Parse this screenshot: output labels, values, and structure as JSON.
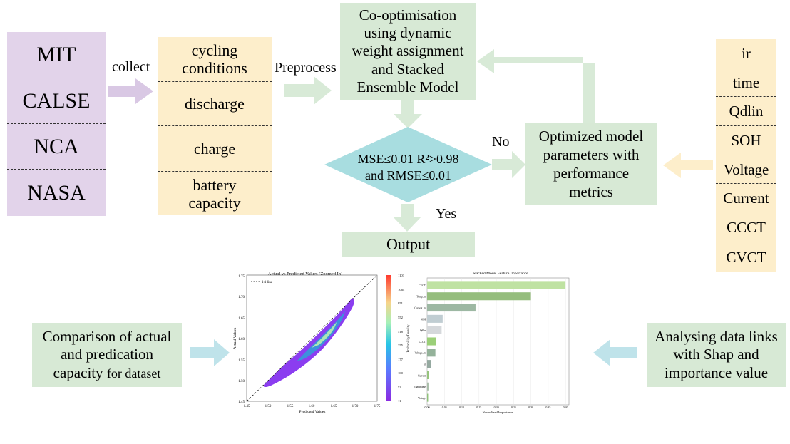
{
  "datasets": [
    "MIT",
    "CALSE",
    "NCA",
    "NASA"
  ],
  "collect_label": "collect",
  "conditions": [
    "cycling conditions",
    "discharge",
    "charge",
    "battery capacity"
  ],
  "preprocess_label": "Preprocess",
  "cooptimisation": "Co-optimisation using dynamic weight assignment and Stacked Ensemble Model",
  "decision": {
    "line1": "MSE≤0.01 R²>0.98",
    "line2": "and RMSE≤0.01"
  },
  "no_label": "No",
  "yes_label": "Yes",
  "optimized": "Optimized model parameters with performance metrics",
  "features": [
    "ir",
    "time",
    "Qdlin",
    "SOH",
    "Voltage",
    "Current",
    "CCCT",
    "CVCT"
  ],
  "output_label": "Output",
  "comparison": {
    "line1": "Comparison of actual",
    "line2": "and predication",
    "line3": "capacity",
    "line3b": "for dataset"
  },
  "analysing": "Analysing data links with Shap and importance value",
  "colors": {
    "purple": "#e2d3ea",
    "yellow": "#fdeecb",
    "green": "#d7e9d5",
    "diamond": "#a8dde0",
    "arrow": "#d8ead7",
    "arrow_yellow": "#fdeecb",
    "arrow_blue": "#bfe3ea"
  },
  "scatter_chart": {
    "title": "Actual vs Predicted Values (Zoomed In)",
    "xlabel": "Predicted Values",
    "ylabel": "Actual Values",
    "xticks": [
      "1.45",
      "1.50",
      "1.55",
      "1.60",
      "1.65",
      "1.70",
      "1.75"
    ],
    "yticks": [
      "1.45",
      "1.50",
      "1.55",
      "1.60",
      "1.65",
      "1.70",
      "1.75"
    ],
    "legend": "1:1 line",
    "colorbar_label": "Probability Density",
    "colorbar_ticks": [
      "1103",
      "1064",
      "851",
      "552",
      "518",
      "355",
      "177",
      "100",
      "52",
      "11"
    ]
  },
  "chart_data": {
    "type": "bar",
    "title": "Stacked Model Feature Importance",
    "xlabel": "Normalized Importance",
    "categories": [
      "CVCT",
      "Temp_m",
      "Current_m",
      "SOH",
      "Qdlin",
      "CCCT",
      "Voltage_m",
      "ir",
      "Current",
      "chargetime",
      "Voltage"
    ],
    "values": [
      0.4,
      0.3,
      0.14,
      0.045,
      0.042,
      0.025,
      0.024,
      0.012,
      0.006,
      0.004,
      0.003
    ],
    "xticks": [
      "0.00",
      "0.05",
      "0.10",
      "0.15",
      "0.20",
      "0.25",
      "0.30",
      "0.35",
      "0.40"
    ],
    "xlim": [
      0,
      0.41
    ],
    "bar_colors": [
      "#bfe2a2",
      "#95bd7d",
      "#9db8a3",
      "#c0cdd2",
      "#d5d8db",
      "#9bcf78",
      "#94b29a",
      "#95a9a0",
      "#96c47c",
      "#a9bea9",
      "#8fc27a"
    ]
  }
}
